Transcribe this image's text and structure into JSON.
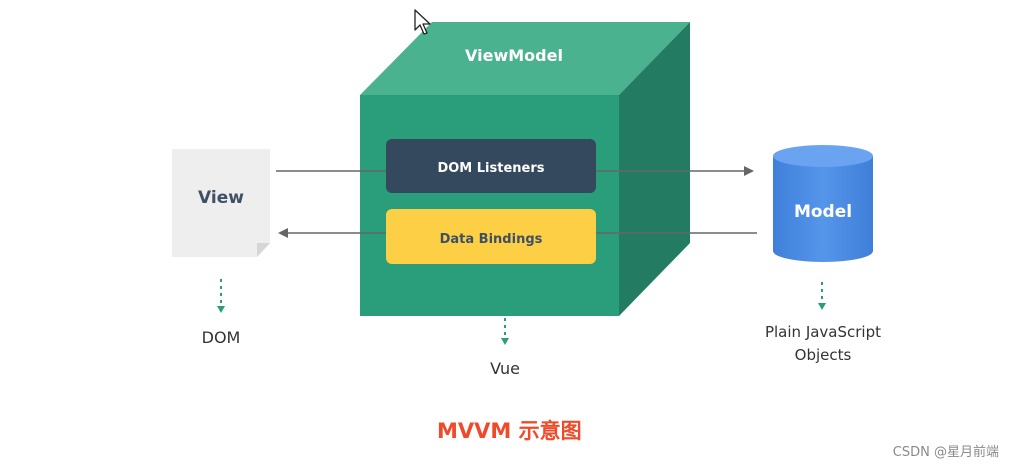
{
  "viewmodel": {
    "title": "ViewModel",
    "listeners_label": "DOM Listeners",
    "bindings_label": "Data Bindings",
    "caption_below": "Vue"
  },
  "view": {
    "label": "View",
    "caption_below": "DOM"
  },
  "model": {
    "label": "Model",
    "caption_line1": "Plain JavaScript",
    "caption_line2": "Objects"
  },
  "footer": {
    "title": "MVVM 示意图",
    "watermark": "CSDN @星月前端"
  },
  "colors": {
    "cube_front": "#2a9d7b",
    "cube_top": "#4bb28f",
    "cube_side": "#237b62",
    "listeners_bg": "#34485e",
    "bindings_bg": "#fccf45",
    "model_blue": "#4d8de6",
    "view_paper": "#eeeeee",
    "arrow": "#666666",
    "caption_red": "#ef4b2a"
  }
}
